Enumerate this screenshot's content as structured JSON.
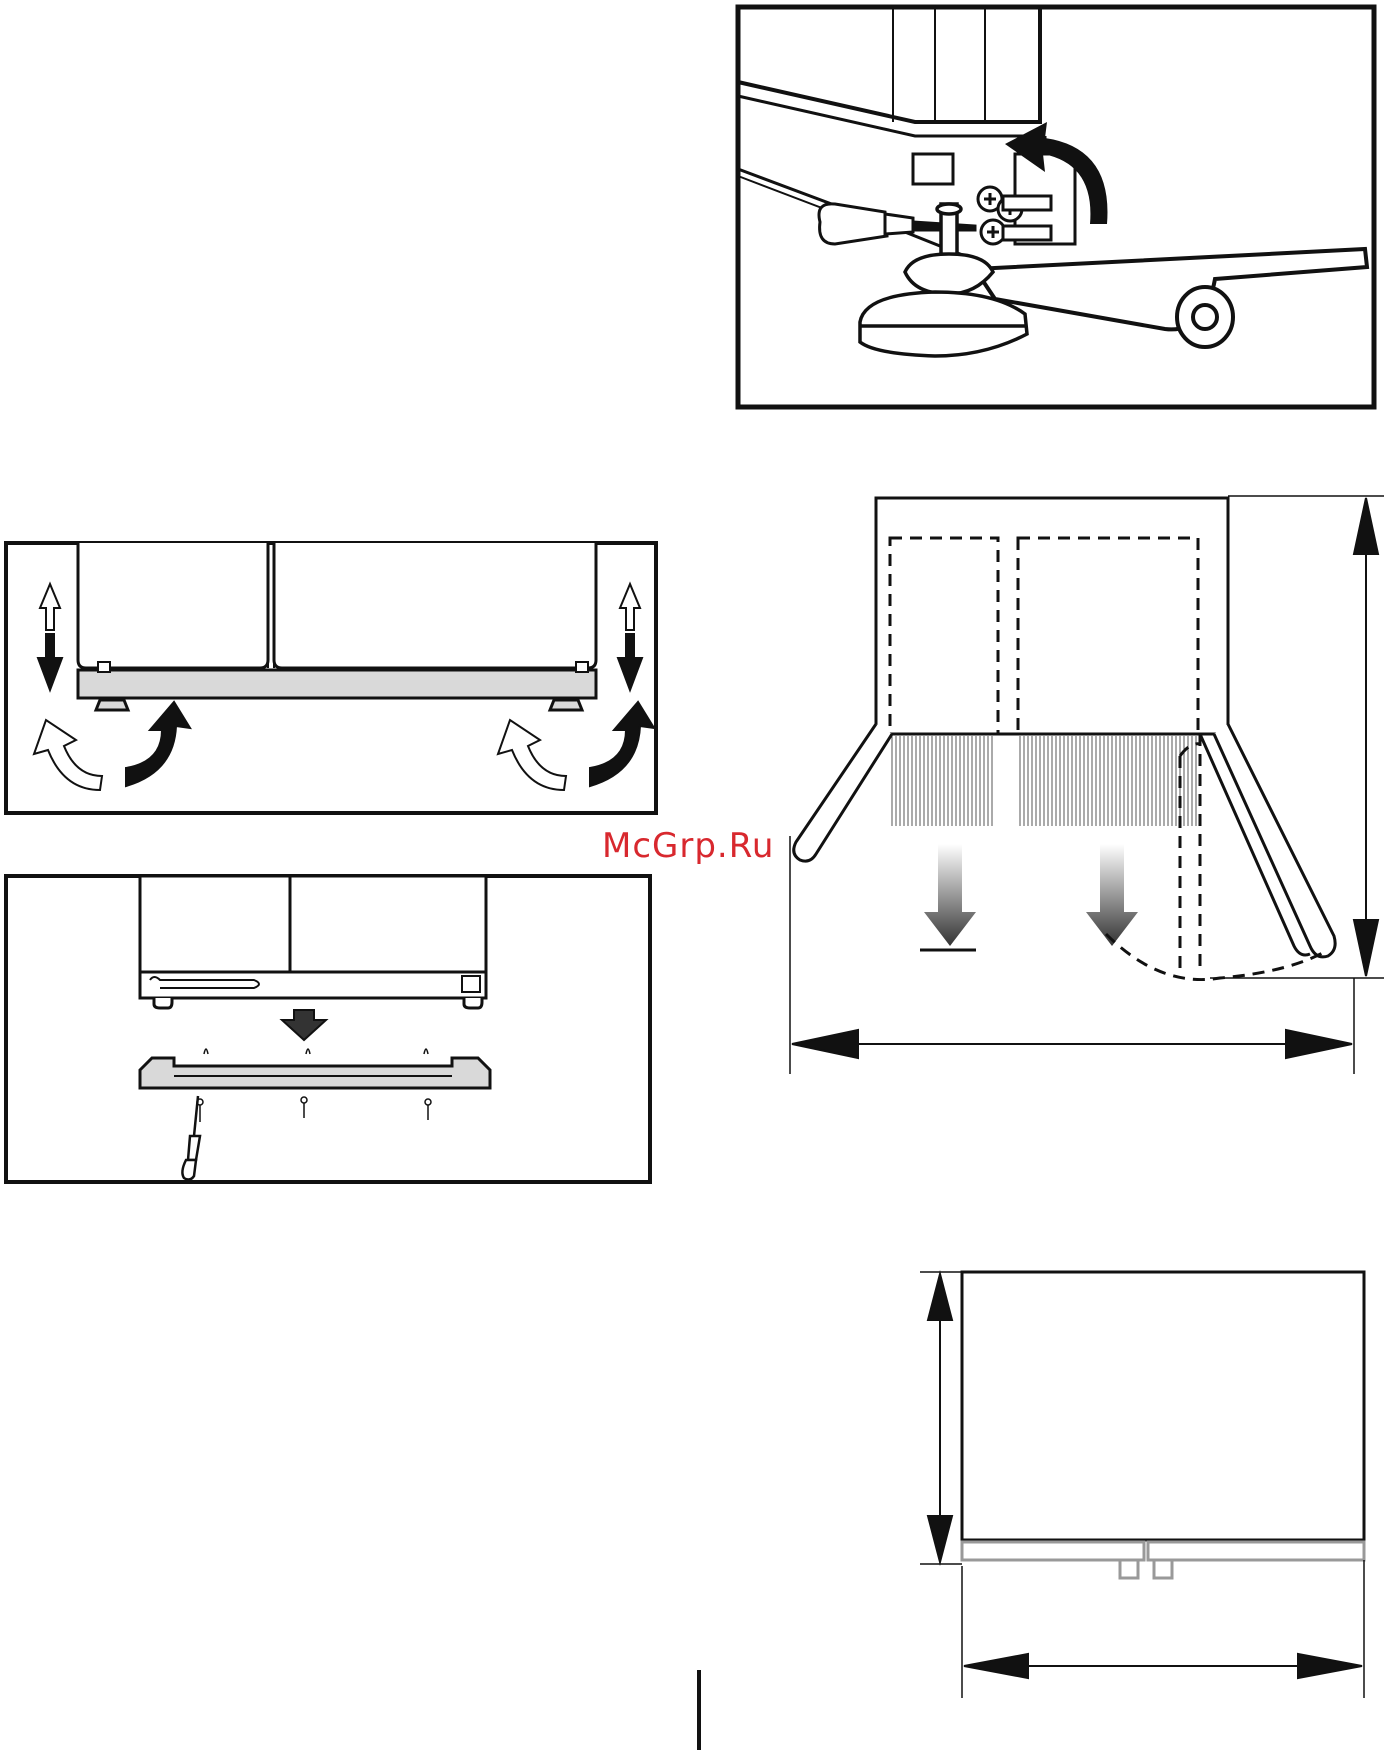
{
  "watermark": {
    "text": "McGrp.Ru",
    "color": "#d8282e"
  },
  "colors": {
    "stroke": "#111111",
    "plinth": "#d9d9d9",
    "hatch": "#555555",
    "hollow_arrow": "#ffffff"
  },
  "figures": [
    {
      "id": "foot-adjust-detail",
      "icons": [
        "screwdriver-icon",
        "screw-icon",
        "rotate-arrow-icon",
        "wheel-icon",
        "adjustable-foot-icon"
      ]
    },
    {
      "id": "leveling-front",
      "icons": [
        "up-down-arrow-icon",
        "rotate-arrow-icon",
        "foot-pad-icon"
      ]
    },
    {
      "id": "plinth-install",
      "icons": [
        "down-arrow-icon",
        "screwdriver-icon",
        "screw-icon"
      ]
    },
    {
      "id": "door-clearance-top-view",
      "icons": [
        "dimension-arrow-icon",
        "drawer-pull-arrow-icon",
        "door-swing-arc-icon"
      ]
    },
    {
      "id": "cabinet-dimensions-front",
      "icons": [
        "dimension-arrow-icon"
      ]
    }
  ]
}
